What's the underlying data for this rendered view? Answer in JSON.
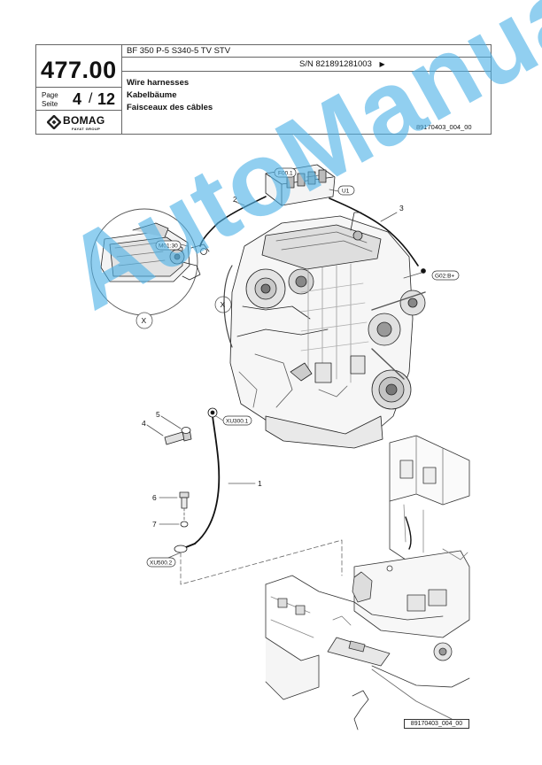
{
  "header": {
    "page_number": "477.00",
    "page_label": "Page",
    "seite_label": "Seite",
    "page_current": "4",
    "page_separator": "/",
    "page_total": "12",
    "model": "BF 350 P-5 S340-5 TV STV",
    "serial": "S/N 821891281003",
    "serial_arrow": "▶",
    "title_en": "Wire harnesses",
    "title_de": "Kabelbäume",
    "title_fr": "Faisceaux des câbles",
    "doc_id": "89170403_004_00"
  },
  "logo": {
    "name": "BOMAG",
    "sub": "FAYAT GROUP",
    "color": "#222222"
  },
  "drawing": {
    "callouts": [
      "1",
      "2",
      "3",
      "4",
      "5",
      "6",
      "7"
    ],
    "tags": {
      "f00": "F00.1",
      "u1": "U1",
      "g02": "G02:B+",
      "m01": "M01:30",
      "xu300": "XU300.1",
      "xu500": "XU500.2"
    },
    "detail_marker": "X",
    "figure_id": "89170403_004_00"
  },
  "watermark": {
    "text": "AutoManual",
    "color": "#4fb3e8"
  }
}
